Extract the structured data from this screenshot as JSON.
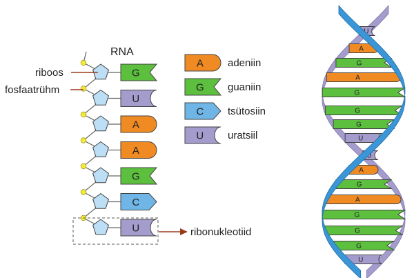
{
  "diagram": {
    "title": "RNA",
    "labels": {
      "ribose": "riboos",
      "phosphate": "fosfaatrühm",
      "nucleotide": "ribonukleotiid"
    },
    "strand": [
      "G",
      "U",
      "A",
      "A",
      "G",
      "C",
      "U"
    ],
    "legend": [
      {
        "letter": "A",
        "name": "adeniin",
        "color": "#f08a22"
      },
      {
        "letter": "G",
        "name": "guaniin",
        "color": "#5cbf3e"
      },
      {
        "letter": "C",
        "name": "tsütosiin",
        "color": "#6fb6e6"
      },
      {
        "letter": "U",
        "name": "uratsiil",
        "color": "#a49ccc"
      }
    ],
    "helix_bases": [
      "U",
      "A",
      "G",
      "A",
      "G",
      "G",
      "G",
      "U",
      "U",
      "A",
      "G",
      "A",
      "G",
      "G",
      "G",
      "U"
    ],
    "colors": {
      "ribose": "#bcdff5",
      "phosphate": "#f4ea3c",
      "backbone_outer": "#3a96d6",
      "backbone_inner": "#a49ccc",
      "pointer": "#9b3a1a"
    }
  }
}
